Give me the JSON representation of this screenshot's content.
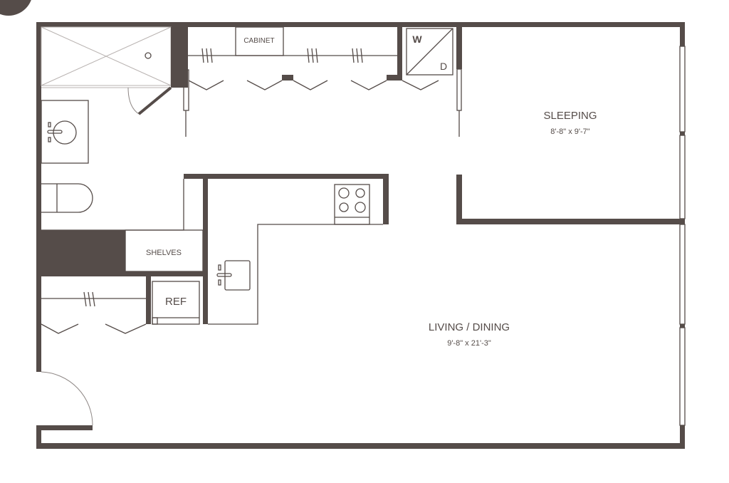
{
  "floor_plan": {
    "rooms": [
      {
        "name": "SLEEPING",
        "dimensions": "8'-8\" x 9'-7\""
      },
      {
        "name": "LIVING / DINING",
        "dimensions": "9'-8\" x 21'-3\""
      }
    ],
    "fixtures": {
      "cabinet": "CABINET",
      "shelves": "SHELVES",
      "refrigerator": "REF",
      "washer": "W",
      "dryer": "D"
    },
    "colors": {
      "wall": "#554c49",
      "background": "#ffffff"
    }
  }
}
